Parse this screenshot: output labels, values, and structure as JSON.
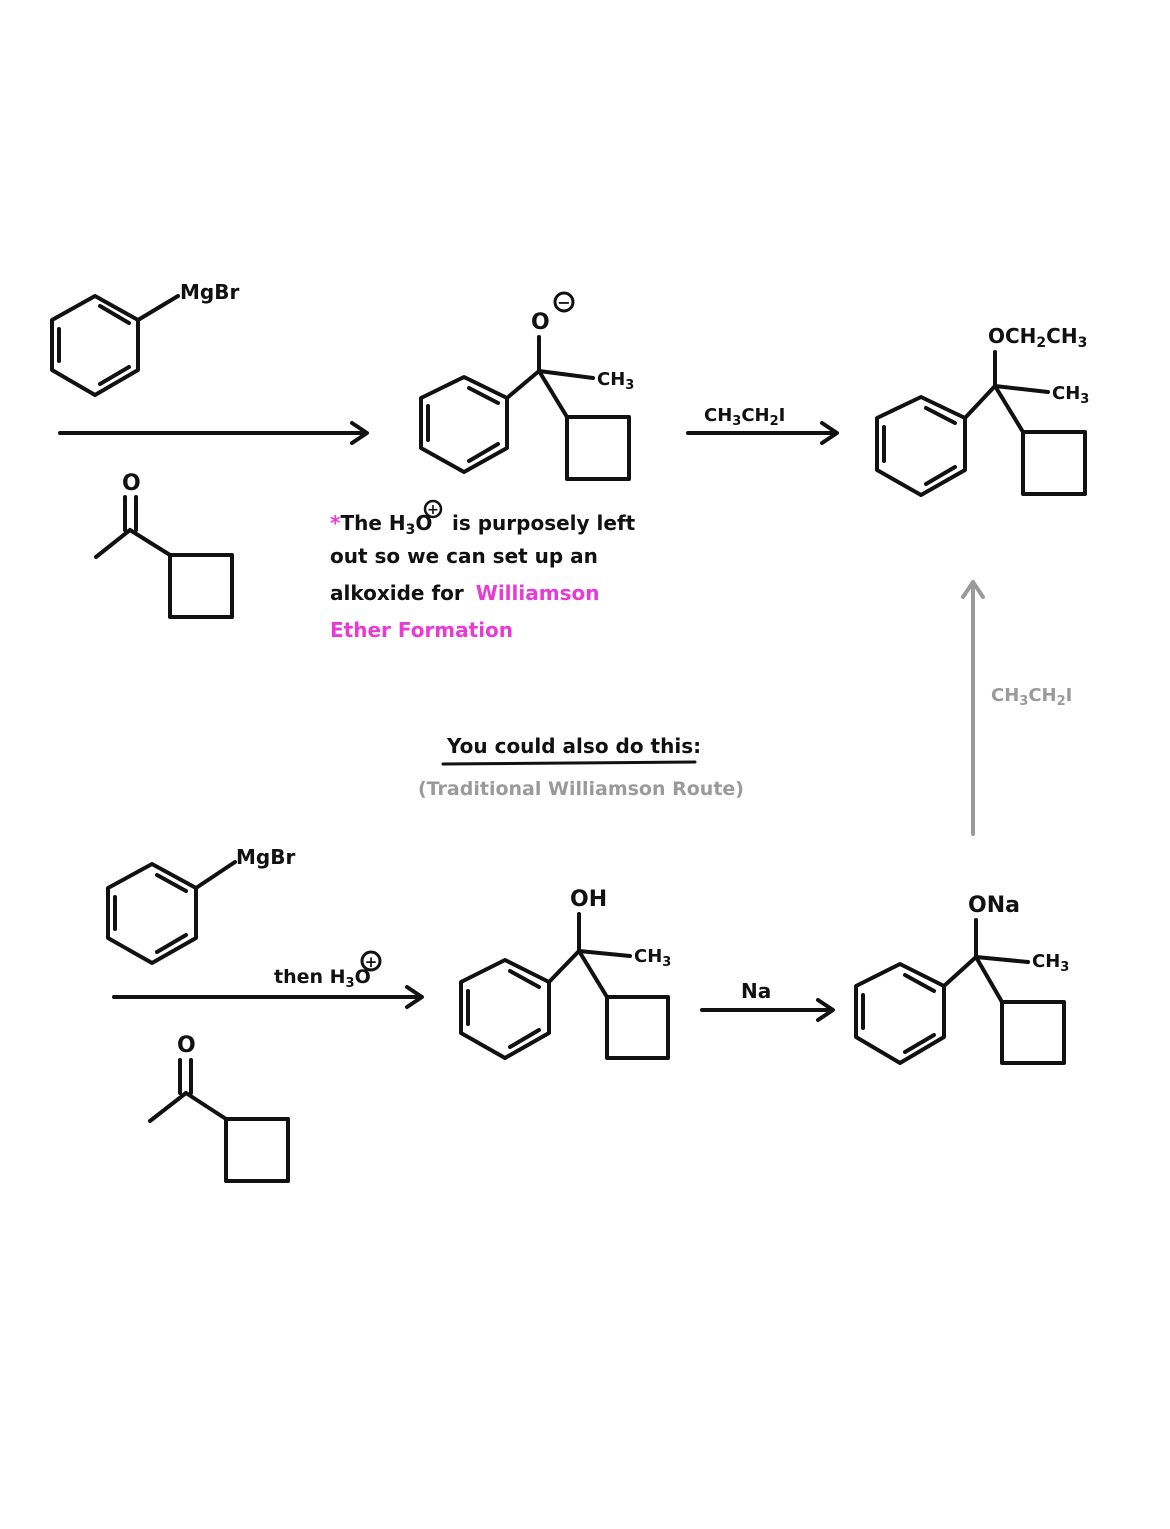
{
  "colors": {
    "ink": "#111111",
    "highlight": "#e83bd4",
    "muted": "#9a9a9a"
  },
  "top_route": {
    "reagent1": {
      "group": "MgBr"
    },
    "reagent2": {
      "carbonyl_o": "O"
    },
    "intermediate": {
      "oxygen": "O",
      "charge": "−",
      "methyl_main": "CH",
      "methyl_sub": "3"
    },
    "step2_reagent": {
      "p1": "CH",
      "s1": "3",
      "p2": "CH",
      "s2": "2",
      "p3": "I"
    },
    "product": {
      "substituent": {
        "p1": "OCH",
        "s1": "2",
        "p2": "CH",
        "s2": "3"
      },
      "methyl_main": "CH",
      "methyl_sub": "3"
    },
    "note": {
      "star": "*",
      "line1_a": "The H",
      "line1_sub": "3",
      "line1_b": "O",
      "line1_charge": "+",
      "line1_c": "is purposely left",
      "line2": "out so we can set up an",
      "line3_a": "alkoxide for",
      "line3_b": "Williamson",
      "line4": "Ether Formation"
    }
  },
  "alternative": {
    "heading": "You could also do this:",
    "subheading": "(Traditional Williamson Route)"
  },
  "bottom_route": {
    "reagent1": {
      "group": "MgBr"
    },
    "reagent2": {
      "carbonyl_o": "O"
    },
    "arrow_label": {
      "text": "then H",
      "sub": "3",
      "tail": "O",
      "charge": "+"
    },
    "alcohol": {
      "group": "OH",
      "methyl_main": "CH",
      "methyl_sub": "3"
    },
    "step2_reagent": "Na",
    "alkoxide": {
      "group": "ONa",
      "methyl_main": "CH",
      "methyl_sub": "3"
    },
    "up_reagent": {
      "p1": "CH",
      "s1": "3",
      "p2": "CH",
      "s2": "2",
      "p3": "I"
    }
  }
}
